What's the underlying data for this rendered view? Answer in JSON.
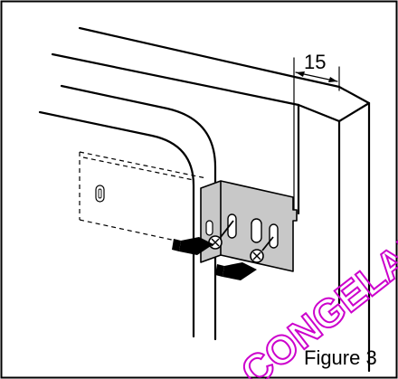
{
  "figure": {
    "caption": "Figure 3",
    "dimension_label": "15",
    "watermark_text": "CONGELADOR",
    "colors": {
      "line": "#000000",
      "bracket": "#c8c8c8",
      "watermark": "#cc00cc",
      "background": "#ffffff"
    },
    "icons": [
      "arrow-icon",
      "arrow-icon",
      "screw-icon",
      "screw-icon"
    ]
  }
}
